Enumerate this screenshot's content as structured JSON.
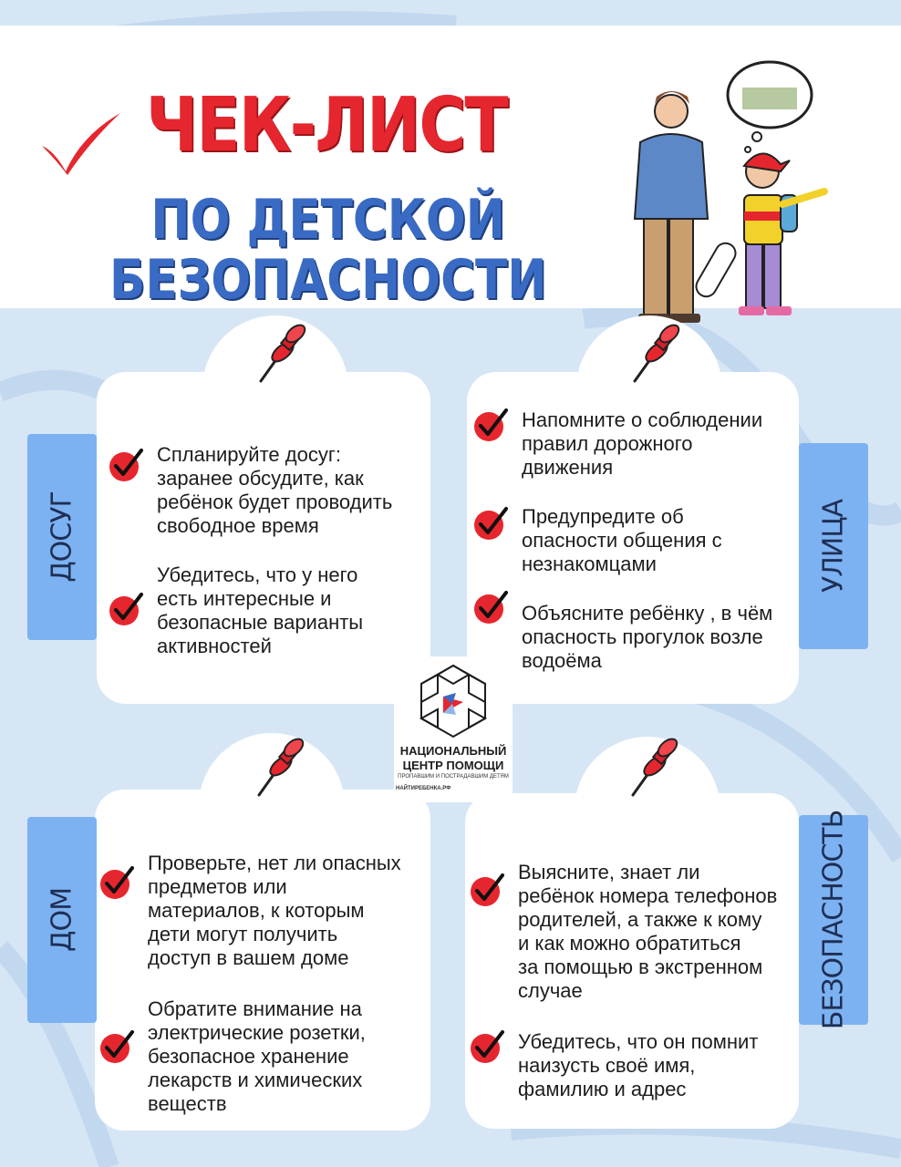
{
  "header": {
    "title": "ЧЕК-ЛИСТ",
    "subtitle_line1": "ПО ДЕТСКОЙ",
    "subtitle_line2": "БЕЗОПАСНОСТИ"
  },
  "colors": {
    "accent_red": "#e6262e",
    "title_blue": "#3a6bc4",
    "tab_blue": "#7cb2f2",
    "background": "#d7e6f5"
  },
  "sections": {
    "leisure": {
      "tab": "ДОСУГ",
      "items": [
        "Спланируйте досуг:\nзаранее обсудите, как\nребёнок будет проводить\nсвободное время",
        "Убедитесь, что у него\nесть интересные и\nбезопасные варианты\nактивностей"
      ]
    },
    "street": {
      "tab": "УЛИЦА",
      "items": [
        "Напомните о соблюдении\nправил дорожного\nдвижения",
        "Предупредите об\nопасности общения с\nнезнакомцами",
        "Объясните ребёнку , в чём\nопасность прогулок возле\nводоёма"
      ]
    },
    "home": {
      "tab": "ДОМ",
      "items": [
        "Проверьте, нет ли опасных\nпредметов или\nматериалов, к которым\nдети могут получить\nдоступ в вашем доме",
        "Обратите внимание на\nэлектрические розетки,\nбезопасное хранение\nлекарств и химических\nвеществ"
      ]
    },
    "safety": {
      "tab": "БЕЗОПАСНОСТЬ",
      "items": [
        "Выясните, знает ли\nребёнок номера телефонов\nродителей, а также к кому\nи как можно обратиться\nза помощью в экстренном\nслучае",
        "Убедитесь, что он помнит\nнаизусть своё имя,\nфамилию и адрес"
      ]
    }
  },
  "logo": {
    "line1": "НАЦИОНАЛЬНЫЙ",
    "line2": "ЦЕНТР ПОМОЩИ",
    "line3": "ПРОПАВШИМ И ПОСТРАДАВШИМ ДЕТЯМ",
    "line4": "НАЙТИРЕБЕНКА.РФ"
  },
  "icons": {
    "check": "check-circle-icon",
    "pin": "push-pin-icon",
    "title_check": "checkmark-icon"
  }
}
